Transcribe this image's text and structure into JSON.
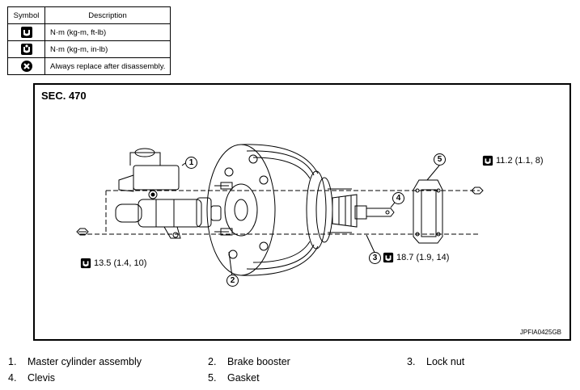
{
  "legend": {
    "header_symbol": "Symbol",
    "header_description": "Description",
    "rows": [
      {
        "icon": "torque-ft-lb-icon",
        "text": "N·m (kg-m, ft-lb)"
      },
      {
        "icon": "torque-in-lb-icon",
        "text": "N·m (kg-m, in-lb)"
      },
      {
        "icon": "always-replace-icon",
        "text": "Always replace after disassembly."
      }
    ]
  },
  "figure": {
    "section": "SEC. 470",
    "code": "JPFIA0425GB",
    "callouts": [
      "1",
      "2",
      "3",
      "4",
      "5"
    ],
    "torques": {
      "top_right": "11.2 (1.1, 8)",
      "left": "13.5 (1.4, 10)",
      "bottom_right": "18.7 (1.9, 14)"
    }
  },
  "parts": [
    {
      "num": "1.",
      "name": "Master cylinder assembly"
    },
    {
      "num": "2.",
      "name": "Brake booster"
    },
    {
      "num": "3.",
      "name": "Lock nut"
    },
    {
      "num": "4.",
      "name": "Clevis"
    },
    {
      "num": "5.",
      "name": "Gasket"
    }
  ]
}
